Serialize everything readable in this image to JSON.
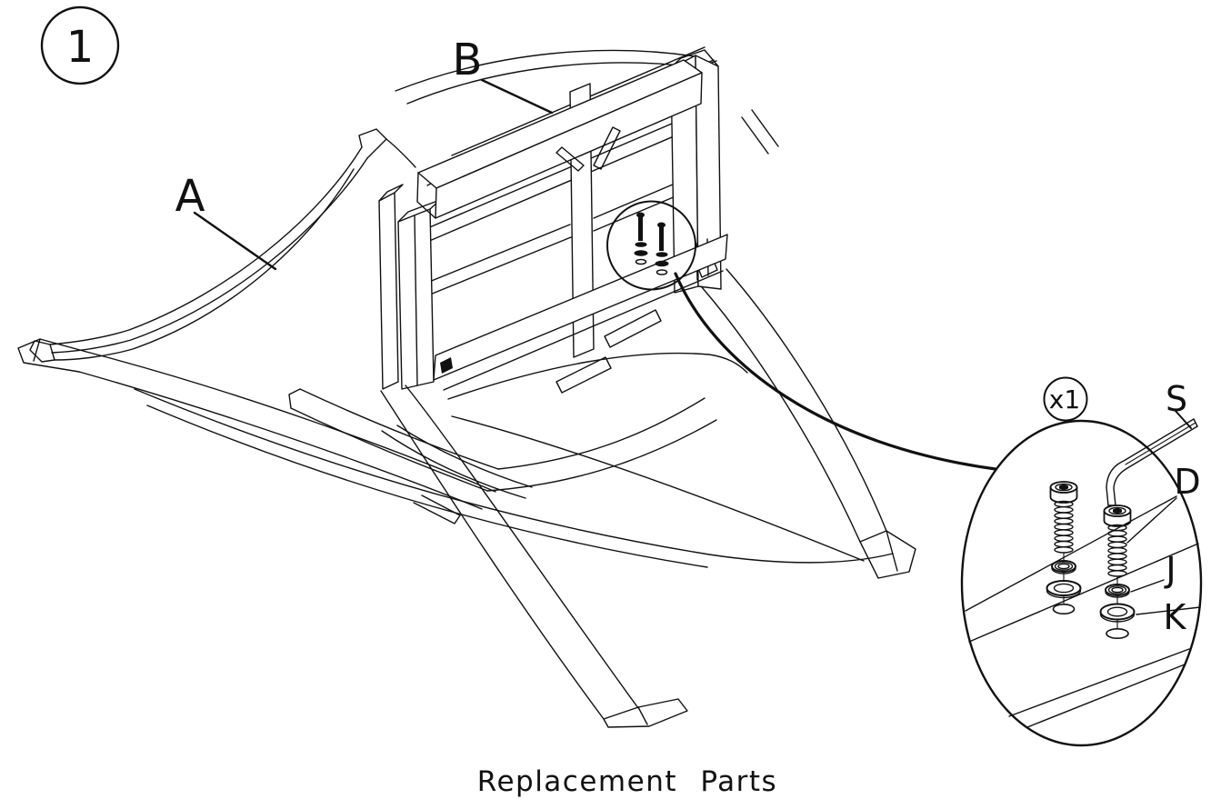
{
  "drawing": {
    "step_number": "1",
    "caption": "Replacement Parts",
    "ink_color": "#111111",
    "background_color": "#ffffff",
    "part_labels": {
      "backrest": "A",
      "seat_rail": "B"
    },
    "callout": {
      "quantity_badge": "x1",
      "hardware_labels": {
        "hex_key": "S",
        "bolt": "D",
        "small_washer": "J",
        "large_washer": "K"
      }
    }
  }
}
